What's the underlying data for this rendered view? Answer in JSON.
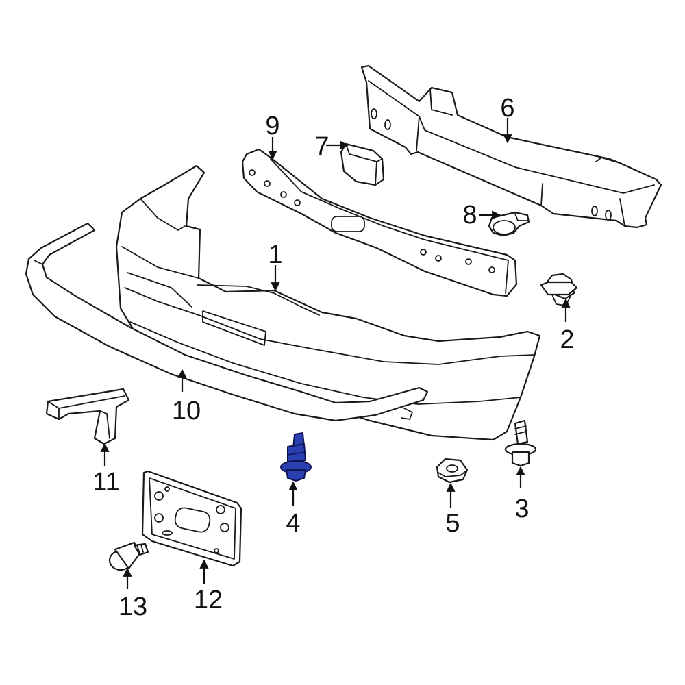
{
  "diagram": {
    "callouts": [
      {
        "id": "1",
        "label": "1"
      },
      {
        "id": "2",
        "label": "2"
      },
      {
        "id": "3",
        "label": "3"
      },
      {
        "id": "4",
        "label": "4"
      },
      {
        "id": "5",
        "label": "5"
      },
      {
        "id": "6",
        "label": "6"
      },
      {
        "id": "7",
        "label": "7"
      },
      {
        "id": "8",
        "label": "8"
      },
      {
        "id": "9",
        "label": "9"
      },
      {
        "id": "10",
        "label": "10"
      },
      {
        "id": "11",
        "label": "11"
      },
      {
        "id": "12",
        "label": "12"
      },
      {
        "id": "13",
        "label": "13"
      }
    ],
    "highlighted_part": "4",
    "colors": {
      "highlight_fill": "#2b3fb0",
      "highlight_stroke": "#0d1450",
      "line": "#1a1a1a",
      "background": "#ffffff"
    }
  }
}
